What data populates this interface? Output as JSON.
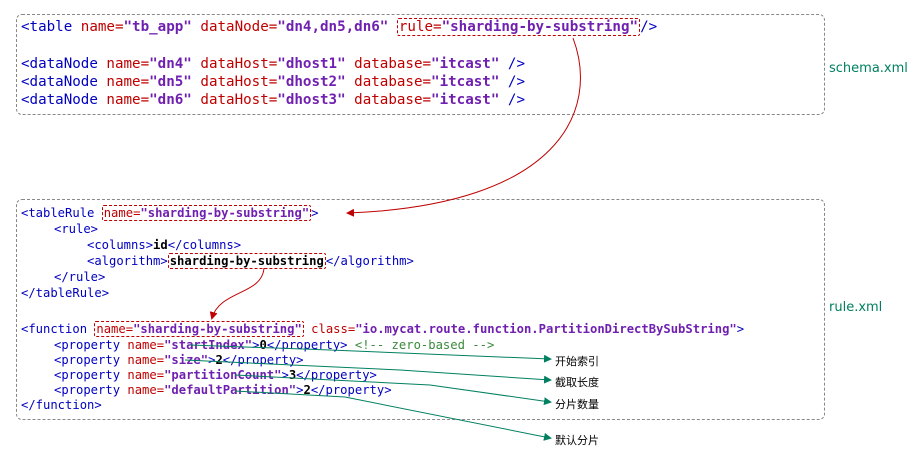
{
  "schema": {
    "label": "schema.xml",
    "line1": {
      "open": "<table ",
      "a1": "name=",
      "v1": "\"tb_app\"",
      "a2": " dataNode=",
      "v2": "\"dn4,dn5,dn6\"",
      "gap": " ",
      "a3": "rule=",
      "v3": "\"sharding-by-substring\"",
      "close": "/>"
    },
    "nodes": [
      {
        "open": "<dataNode ",
        "a1": "name=",
        "v1": "\"dn4\"",
        "a2": " dataHost=",
        "v2": "\"dhost1\"",
        "a3": " database=",
        "v3": "\"itcast\"",
        "close": " />"
      },
      {
        "open": "<dataNode ",
        "a1": "name=",
        "v1": "\"dn5\"",
        "a2": " dataHost=",
        "v2": "\"dhost2\"",
        "a3": " database=",
        "v3": "\"itcast\"",
        "close": " />"
      },
      {
        "open": "<dataNode ",
        "a1": "name=",
        "v1": "\"dn6\"",
        "a2": " dataHost=",
        "v2": "\"dhost3\"",
        "a3": " database=",
        "v3": "\"itcast\"",
        "close": " />"
      }
    ]
  },
  "rule": {
    "label": "rule.xml",
    "tablerule_open": "<tableRule ",
    "tablerule_attr": "name=",
    "tablerule_val": "\"sharding-by-substring\"",
    "tablerule_end": ">",
    "rule_open": "<rule>",
    "columns_open": "<columns>",
    "columns_val": "id",
    "columns_close": "</columns>",
    "algorithm_open": "<algorithm>",
    "algorithm_val": "sharding-by-substring",
    "algorithm_close": "</algorithm>",
    "rule_close": "</rule>",
    "tablerule_close": "</tableRule>",
    "function_open": "<function ",
    "function_attr": "name=",
    "function_val": "\"sharding-by-substring\"",
    "class_attr": " class=",
    "class_val": "\"io.mycat.route.function.PartitionDirectBySubString\"",
    "function_end": ">",
    "properties": [
      {
        "open": "<property ",
        "attr": "name=",
        "val": "\"startIndex\"",
        "gt": ">",
        "value": "0",
        "close": "</property>",
        "comment": " <!-- zero-based -->"
      },
      {
        "open": "<property ",
        "attr": "name=",
        "val": "\"size\"",
        "gt": ">",
        "value": "2",
        "close": "</property>",
        "comment": ""
      },
      {
        "open": "<property ",
        "attr": "name=",
        "val": "\"partitionCount\"",
        "gt": ">",
        "value": "3",
        "close": "</property>",
        "comment": ""
      },
      {
        "open": "<property ",
        "attr": "name=",
        "val": "\"defaultPartition\"",
        "gt": ">",
        "value": "2",
        "close": "</property>",
        "comment": ""
      }
    ],
    "function_close": "</function>"
  },
  "notes": {
    "start_index": "开始索引",
    "size": "截取长度",
    "partition_count": "分片数量",
    "default_partition": "默认分片"
  },
  "colors": {
    "tag": "#0000c0",
    "attr": "#c00000",
    "value": "#7020b0",
    "highlight": "#c00000",
    "note_arrow": "#008060",
    "label": "#008060"
  }
}
